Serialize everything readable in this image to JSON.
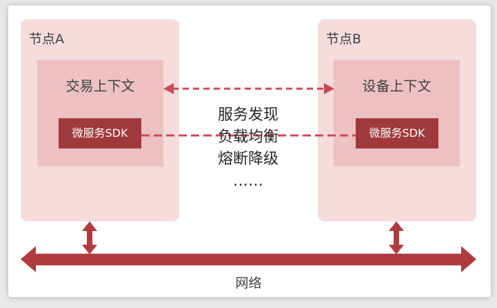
{
  "colors": {
    "node_bg": "#f6dcdc",
    "context_bg": "#edc1c2",
    "sdk_bg": "#a0393b",
    "arrow": "#b03b3f",
    "dashed": "#c94a55"
  },
  "node_a": {
    "label": "节点A",
    "context": "交易上下文",
    "sdk": "微服务SDK"
  },
  "node_b": {
    "label": "节点B",
    "context": "设备上下文",
    "sdk": "微服务SDK"
  },
  "features": [
    "服务发现",
    "负载均衡",
    "熔断降级",
    "……"
  ],
  "network": {
    "label": "网络"
  }
}
